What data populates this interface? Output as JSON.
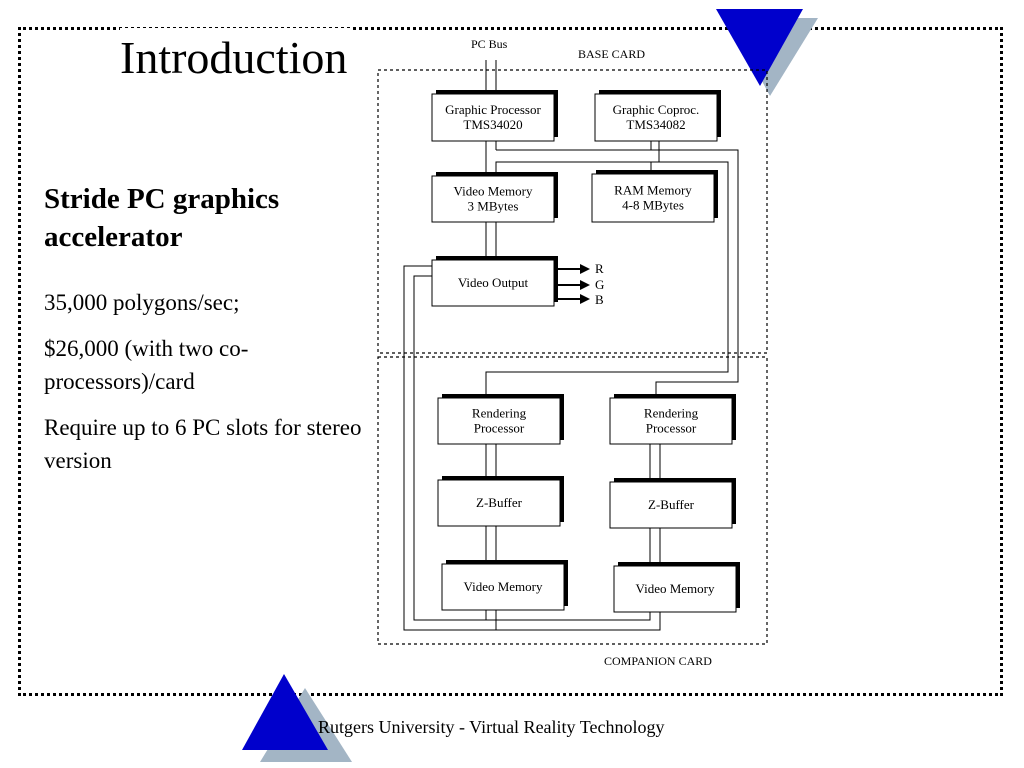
{
  "slide": {
    "title": "Introduction",
    "subtitle": "Stride PC graphics accelerator",
    "bullets": [
      "35,000 polygons/sec;",
      "$26,000 (with two co-processors)/card",
      "Require up to 6 PC slots for stereo version"
    ],
    "footer": "Rutgers University - Virtual Reality Technology"
  },
  "colors": {
    "accent_blue": "#0000cc",
    "accent_gray": "#a3b5c5"
  },
  "diagram": {
    "pc_bus_label": "PC Bus",
    "base_card_label": "BASE CARD",
    "companion_card_label": "COMPANION  CARD",
    "blocks": {
      "graphic_processor": [
        "Graphic Processor",
        "TMS34020"
      ],
      "graphic_coprocessor": [
        "Graphic Coproc.",
        "TMS34082"
      ],
      "video_memory_base": [
        "Video Memory",
        "3 MBytes"
      ],
      "ram_memory": [
        "RAM Memory",
        "4-8 MBytes"
      ],
      "video_output": [
        "Video Output"
      ],
      "rendering_processor_left": [
        "Rendering",
        "Processor"
      ],
      "rendering_processor_right": [
        "Rendering",
        "Processor"
      ],
      "z_buffer_left": [
        "Z-Buffer"
      ],
      "z_buffer_right": [
        "Z-Buffer"
      ],
      "video_memory_left": [
        "Video Memory"
      ],
      "video_memory_right": [
        "Video Memory"
      ]
    },
    "rgb_outputs": [
      "R",
      "G",
      "B"
    ]
  }
}
